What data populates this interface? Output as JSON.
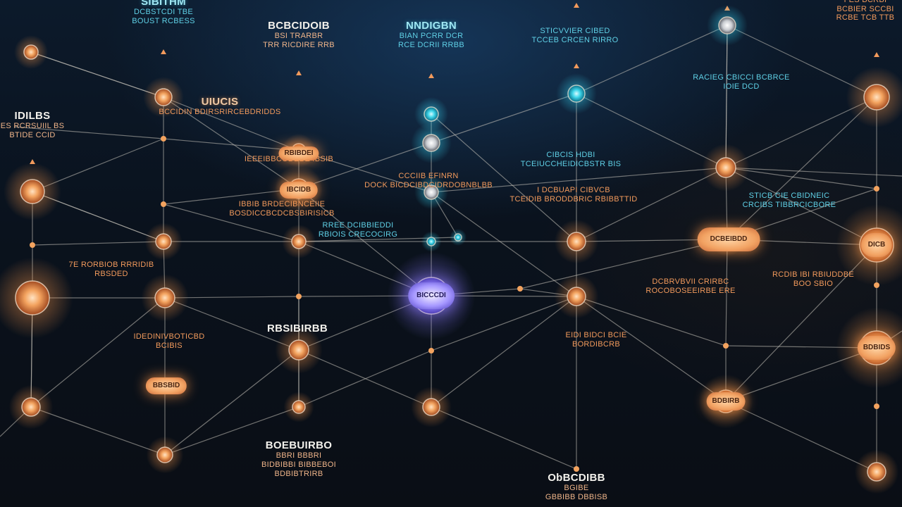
{
  "colors": {
    "node_orange": "#f3a35f",
    "node_cyan": "#3fd6ea",
    "node_violet": "#8b7cf6",
    "node_gray": "#c9ccd1",
    "edge": "#c9c4bc",
    "label_orange": "#f29a5c",
    "label_cyan": "#5fd0e6"
  },
  "labels": [
    {
      "name": "top-left-label",
      "title": "SIBITHM",
      "subtitle": "DCBSTCDI TBE\nBOUST RCBESS",
      "color": "cyan"
    },
    {
      "name": "top-center-left-label",
      "title": "BCBCIDOIB",
      "subtitle": "BSI TRARBR\nTRR RICDIRE RRB",
      "color": "white"
    },
    {
      "name": "top-center-label",
      "title": "NNDIGBN",
      "subtitle": "BIAN PCRR DCR\nRCE DCRII RRBB",
      "color": "cyan"
    },
    {
      "name": "top-center-right-label",
      "title": "",
      "subtitle": "STICVVIER CIBED\nTCCEB CRCEN RIRRO",
      "color": "cyan"
    },
    {
      "name": "top-right-label",
      "title": "",
      "subtitle": "FES BCRBI\nBCBIER SCCBI\nRCBE TCB TTB",
      "color": "orange"
    },
    {
      "name": "left-label",
      "title": "IDILBS",
      "subtitle": "ES RCRSUIIL BS\nBTIDE CCID",
      "color": "white"
    },
    {
      "name": "upper-left-label",
      "title": "UIUCIS",
      "subtitle": "BCCIDIN BDIRSRIRCEBDRIDDS",
      "color": "orange"
    },
    {
      "name": "center-upper-label",
      "title": "",
      "subtitle": "IEEEIBBCODEBE IBSIB",
      "color": "orange"
    },
    {
      "name": "right-upper-label",
      "title": "",
      "subtitle": "RACIEG CBICCI BCBRCE\nIOIE DCD",
      "color": "cyan"
    },
    {
      "name": "middle-label-a",
      "title": "",
      "subtitle": "IBBIB BRDECIBNCEIIE\nBOSDICCBCDCBSBIRISICB",
      "color": "orange"
    },
    {
      "name": "middle-label-b",
      "title": "",
      "subtitle": "CCCIIB EFINRN\nDOCK BICDCIBDCIDRDOBNBLBB",
      "color": "orange"
    },
    {
      "name": "middle-label-c",
      "title": "",
      "subtitle": "CIBCIS HDBI\nTCEIUCCHEIDICBSTR BIS",
      "color": "cyan"
    },
    {
      "name": "right-middle-label-a",
      "title": "",
      "subtitle": "I DCBUAPI CIBVCB\nTCEIDIB BRODDBRIC RBIBBTTID",
      "color": "orange"
    },
    {
      "name": "right-middle-label-b",
      "title": "",
      "subtitle": "STICB CIE CBIDNEIC\nCRCIBS TIBBRCICBORE",
      "color": "cyan"
    },
    {
      "name": "center-label",
      "title": "",
      "subtitle": "RREE DCIBBIEDDI\nRBIOIS CRECOCIRG",
      "color": "cyan"
    },
    {
      "name": "left-middle-label",
      "title": "",
      "subtitle": "7E RORBIOB RRRIDIB\nRBSDED",
      "color": "orange"
    },
    {
      "name": "right-middle-label-c",
      "title": "",
      "subtitle": "DCBRVBVII CRIRBC\nROCOBOSEEIRBE ERE",
      "color": "orange"
    },
    {
      "name": "far-right-label",
      "title": "",
      "subtitle": "RCDIB IBI RBIUDDBE\nBOO SBIO",
      "color": "orange"
    },
    {
      "name": "lower-center-label",
      "title": "RBSIBIRBB",
      "subtitle": "",
      "color": "white"
    },
    {
      "name": "lower-left-label",
      "title": "",
      "subtitle": "IDEDINIVBOTICBD\nBCIBIS",
      "color": "orange"
    },
    {
      "name": "lower-right-label",
      "title": "",
      "subtitle": "EIDI BIDCI BCIE\nBORDIBCRB",
      "color": "orange"
    },
    {
      "name": "bottom-center-left-label",
      "title": "BOEBUIRBO",
      "subtitle": "BBRI BBBRI\nBIDBIBBI BIBBEBOI\nBDBIBTRIRB",
      "color": "white"
    },
    {
      "name": "bottom-right-label",
      "title": "ObBCDIBB",
      "subtitle": "BGIBE\nGBBIBB DBBISB",
      "color": "white"
    }
  ],
  "pills": [
    {
      "name": "pill-upper-center",
      "text": "IBCIDB"
    },
    {
      "name": "pill-center",
      "text": "RBIBDEI"
    },
    {
      "name": "pill-center-violet",
      "text": "BICCCDI"
    },
    {
      "name": "pill-right-large",
      "text": "DCBEIBDD"
    },
    {
      "name": "pill-lower-left",
      "text": "BBSBID"
    },
    {
      "name": "pill-far-right",
      "text": "BDBIDS"
    },
    {
      "name": "pill-lower-right",
      "text": "BDBIRB"
    },
    {
      "name": "pill-right-bright",
      "text": "DICB"
    }
  ]
}
